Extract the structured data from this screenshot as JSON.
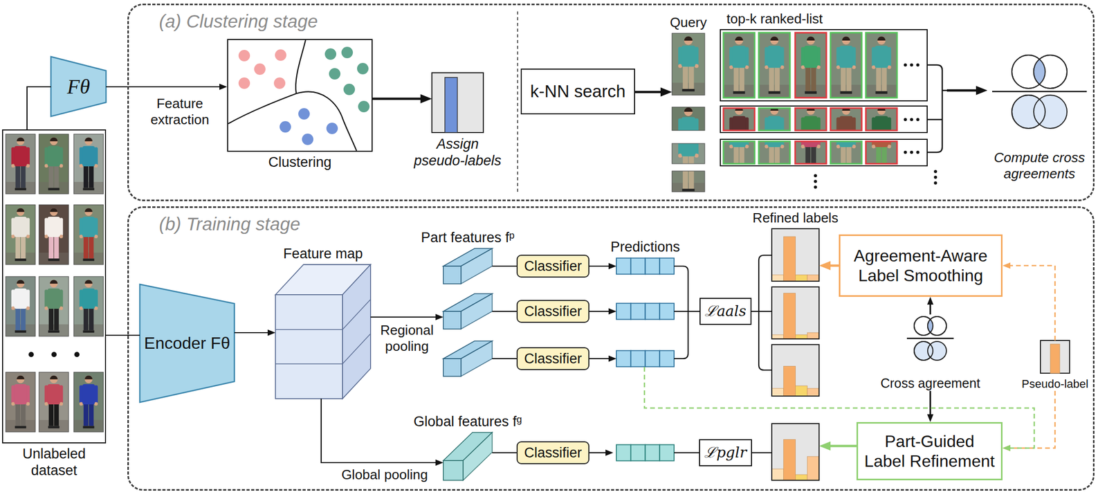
{
  "diagram": {
    "nodes": [
      {
        "text": [
          "(a) Clustering stage"
        ]
      },
      {
        "text": [
          "(b) Training stage"
        ]
      },
      {
        "text": [
          "Fθ"
        ]
      },
      {
        "text": [
          "Unlabeled dataset"
        ]
      },
      {
        "text": [
          "Clustering"
        ],
        "in": 0
      },
      {
        "text": [
          "Assign pseudo-labels"
        ],
        "in": 0
      },
      {
        "text": [
          "k-NN search"
        ],
        "in": 0
      },
      {
        "text": [
          "Query"
        ],
        "in": 0
      },
      {
        "text": [
          "top-k ranked-list"
        ],
        "in": 0
      },
      {
        "text": [
          "Compute cross agreements"
        ],
        "in": 0
      },
      {
        "text": [
          "Encoder Fθ"
        ],
        "in": 1
      },
      {
        "text": [
          "Feature map"
        ],
        "in": 1
      },
      {
        "text": [
          "Part features fᵖ"
        ],
        "in": 1
      },
      {
        "text": [
          "Classifier"
        ],
        "in": 1
      },
      {
        "text": [
          "Classifier"
        ],
        "in": 1
      },
      {
        "text": [
          "Classifier"
        ],
        "in": 1
      },
      {
        "text": [
          "Predictions"
        ],
        "in": 1
      },
      {
        "text": [
          "ℒaals"
        ],
        "in": 1
      },
      {
        "text": [
          "Refined labels"
        ],
        "in": 1
      },
      {
        "text": [
          "Agreement-Aware Label Smoothing"
        ],
        "in": 1
      },
      {
        "text": [
          "Cross agreement"
        ],
        "in": 1
      },
      {
        "text": [
          "Pseudo-label"
        ],
        "in": 1
      },
      {
        "text": [
          "Part-Guided Label Refinement"
        ],
        "in": 1
      },
      {
        "text": [
          "Global features fᵍ"
        ],
        "in": 1
      },
      {
        "text": [
          "Classifier"
        ],
        "in": 1
      },
      {
        "text": [
          "ℒpglr"
        ],
        "in": 1
      }
    ],
    "edges": [
      {
        "from": 3,
        "to": 2,
        "arrow": "none"
      },
      {
        "from": 2,
        "to": 4,
        "arrow": "to",
        "label": "Feature extraction"
      },
      {
        "from": 4,
        "to": 5,
        "arrow": "to"
      },
      {
        "from": 6,
        "to": 7,
        "arrow": "to"
      },
      {
        "from": 8,
        "to": 9,
        "arrow": "to"
      },
      {
        "from": 3,
        "to": 10,
        "arrow": "none"
      },
      {
        "from": 10,
        "to": 11,
        "arrow": "to"
      },
      {
        "from": 11,
        "to": 12,
        "arrow": "to",
        "label": "Regional pooling"
      },
      {
        "from": 12,
        "to": 13,
        "arrow": "none"
      },
      {
        "from": 12,
        "to": 14,
        "arrow": "none"
      },
      {
        "from": 12,
        "to": 15,
        "arrow": "none"
      },
      {
        "from": 13,
        "to": 16,
        "arrow": "to"
      },
      {
        "from": 14,
        "to": 16,
        "arrow": "to"
      },
      {
        "from": 15,
        "to": 16,
        "arrow": "to"
      },
      {
        "from": 16,
        "to": 17,
        "arrow": "none"
      },
      {
        "from": 17,
        "to": 18,
        "arrow": "none"
      },
      {
        "from": 19,
        "to": 18,
        "arrow": "to"
      },
      {
        "from": 20,
        "to": 19,
        "arrow": "to"
      },
      {
        "from": 20,
        "to": 22,
        "arrow": "to"
      },
      {
        "from": 21,
        "to": 19,
        "arrow": "to"
      },
      {
        "from": 21,
        "to": 22,
        "arrow": "to"
      },
      {
        "from": 16,
        "to": 22,
        "arrow": "to"
      },
      {
        "from": 11,
        "to": 23,
        "arrow": "to",
        "label": "Global pooling"
      },
      {
        "from": 23,
        "to": 24,
        "arrow": "none"
      }
    ]
  }
}
